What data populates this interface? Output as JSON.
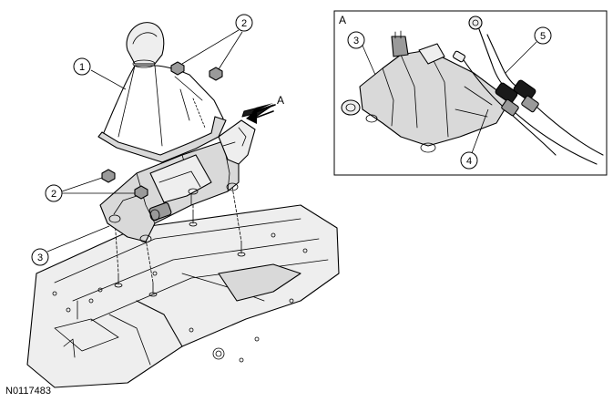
{
  "figure_id": "N0117483",
  "view_label": "A",
  "direction_arrow_label": "A",
  "callouts": {
    "boot": "1",
    "nuts_top": "2",
    "nuts_bottom": "2",
    "shifter_main": "3",
    "shifter_detail": "3",
    "cable_clip": "4",
    "shift_cables": "5"
  },
  "colors": {
    "line": "#000000",
    "shade": "#d9d9d9",
    "dark": "#1a1a1a",
    "background": "#ffffff"
  }
}
